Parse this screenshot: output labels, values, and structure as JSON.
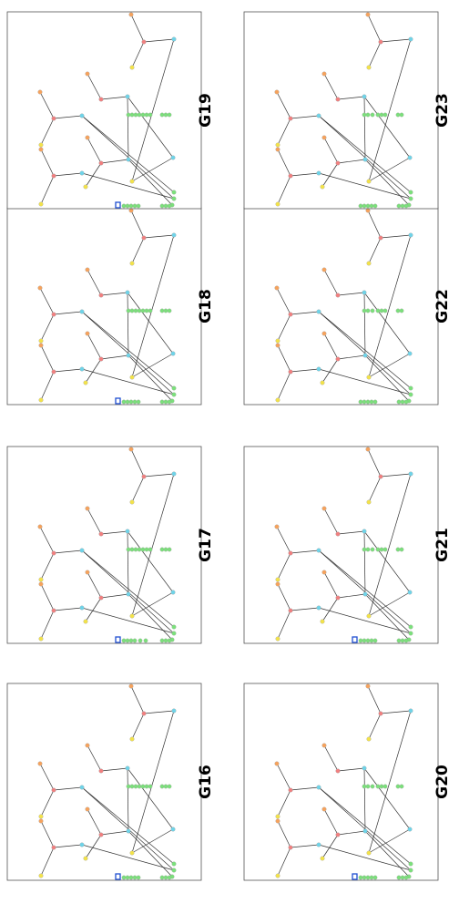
{
  "panels": [
    {
      "id": "g16",
      "label": "G16",
      "marker": true,
      "rowType": "a"
    },
    {
      "id": "g17",
      "label": "G17",
      "marker": true,
      "rowType": "b"
    },
    {
      "id": "g18",
      "label": "G18",
      "marker": true,
      "rowType": "c"
    },
    {
      "id": "g19",
      "label": "G19",
      "marker": true,
      "rowType": "c"
    },
    {
      "id": "g20",
      "label": "G20",
      "marker": true,
      "rowType": "d"
    },
    {
      "id": "g21",
      "label": "G21",
      "marker": true,
      "rowType": "d"
    },
    {
      "id": "g22",
      "label": "G22",
      "marker": false,
      "rowType": "d"
    },
    {
      "id": "g23",
      "label": "G23",
      "marker": false,
      "rowType": "d"
    }
  ],
  "colors": {
    "red": "#f08080",
    "orange": "#f5a25d",
    "yellow": "#f2e24a",
    "cyan": "#6fd3e8",
    "green": "#7be07b",
    "marker": "#1f4fd1"
  }
}
